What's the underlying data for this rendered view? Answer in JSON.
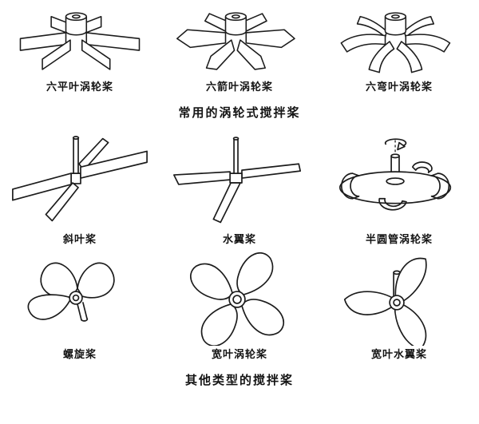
{
  "figure": {
    "items": [
      {
        "label": "六平叶涡轮桨",
        "name": "six-flat-blade-turbine"
      },
      {
        "label": "六箭叶涡轮桨",
        "name": "six-arrow-blade-turbine"
      },
      {
        "label": "六弯叶涡轮桨",
        "name": "six-curved-blade-turbine"
      },
      {
        "label": "斜叶桨",
        "name": "pitched-blade-paddle"
      },
      {
        "label": "水翼桨",
        "name": "hydrofoil-impeller"
      },
      {
        "label": "半圆管涡轮桨",
        "name": "half-pipe-turbine"
      },
      {
        "label": "螺旋桨",
        "name": "propeller"
      },
      {
        "label": "宽叶涡轮桨",
        "name": "wide-blade-turbine"
      },
      {
        "label": "宽叶水翼桨",
        "name": "wide-blade-hydrofoil"
      }
    ],
    "captions": {
      "turbine_group": "常用的涡轮式搅拌桨",
      "other_group": "其他类型的搅拌桨"
    },
    "colors": {
      "line": "#1c1c1c",
      "background": "#ffffff"
    }
  }
}
